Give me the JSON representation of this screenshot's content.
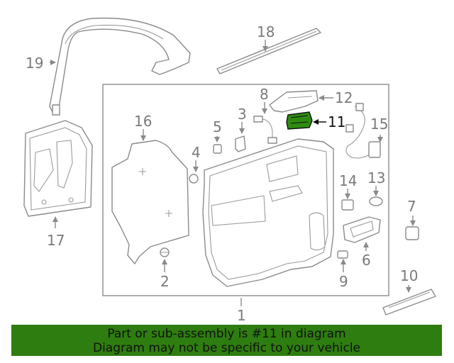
{
  "diagram": {
    "highlighted_part": "11",
    "callouts": [
      "1",
      "2",
      "3",
      "4",
      "5",
      "6",
      "7",
      "8",
      "9",
      "10",
      "11",
      "12",
      "13",
      "14",
      "15",
      "16",
      "17",
      "18",
      "19"
    ],
    "highlight_color": "#2e7d10"
  },
  "banner": {
    "line1": "Part or sub-assembly is #11 in diagram",
    "line2": "Diagram may not be specific to your vehicle",
    "background": "#2e7d10"
  }
}
